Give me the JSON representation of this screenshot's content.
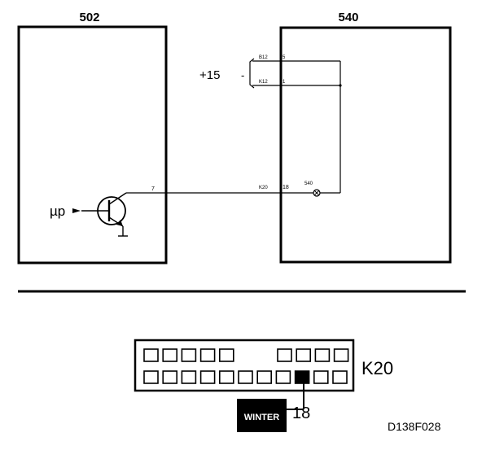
{
  "upper": {
    "box_left_label": "502",
    "box_right_label": "540",
    "supply_label": "+15",
    "supply_dash": "-",
    "input_label": "µp",
    "wire_top_connector": "B12",
    "wire_top_pin": "5",
    "wire_mid_connector": "K12",
    "wire_mid_pin": "1",
    "transistor_pin": "7",
    "wire_bottom_connector": "K20",
    "wire_bottom_pin": "18",
    "lamp_label": "540"
  },
  "lower": {
    "connector_name": "K20",
    "pin_number": "18",
    "indicator_label": "WINTER",
    "top_row_left_count": 5,
    "top_row_right_count": 4,
    "bottom_row_count": 11,
    "highlighted_pin_index": 8
  },
  "figure_code": "D138F028",
  "colors": {
    "ink": "#000000",
    "paper": "#ffffff"
  }
}
